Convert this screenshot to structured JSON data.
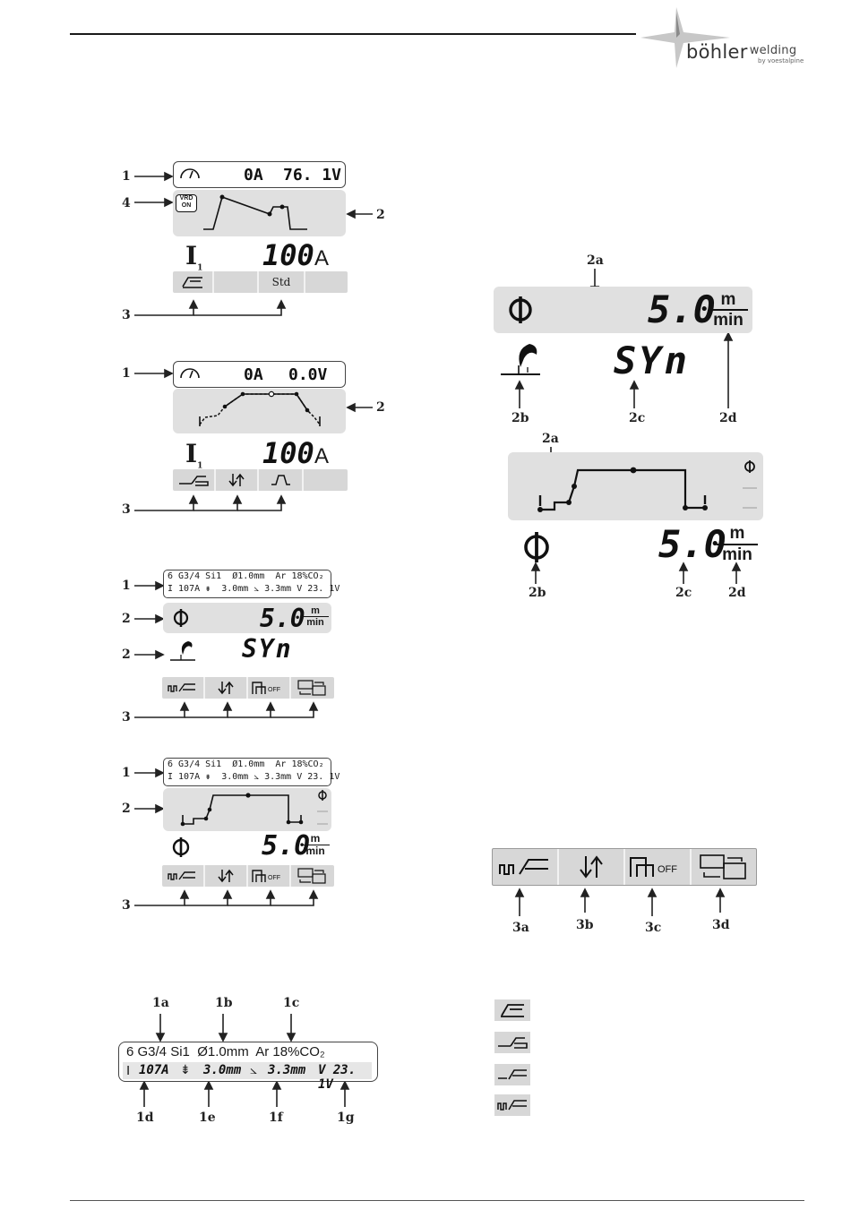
{
  "brand": {
    "name": "böhler",
    "suffix": "welding",
    "sub": "by voestalpine"
  },
  "d1": {
    "top_current": "0A",
    "top_voltage": "76. 1V",
    "vrd_line1": "VRD",
    "vrd_line2": "ON",
    "param": "I",
    "param_sub": "1",
    "value": "100",
    "unit": "A",
    "tab_std": "Std"
  },
  "d2": {
    "top_current": "0A",
    "top_voltage": "0.0V",
    "param": "I",
    "param_sub": "1",
    "value": "100",
    "unit": "A"
  },
  "d3": {
    "line1": "6 G3/4 Si1  Ø1.0mm  Ar 18%CO₂",
    "line2": "I 107A ⇟  3.0mm ⦣ 3.3mm V 23. 1V",
    "speed": "5.0",
    "unit_top": "m",
    "unit_bottom": "min",
    "mode": "SYn"
  },
  "d4": {
    "line1": "6 G3/4 Si1  Ø1.0mm  Ar 18%CO₂",
    "line2": "I 107A ⇟  3.0mm ⦣ 3.3mm V 23. 1V",
    "speed": "5.0",
    "unit_top": "m",
    "unit_bottom": "min"
  },
  "big1": {
    "speed": "5.0",
    "unit_top": "m",
    "unit_bottom": "min",
    "mode": "SYn"
  },
  "big2": {
    "speed": "5.0",
    "unit_top": "m",
    "unit_bottom": "min"
  },
  "info": {
    "line1": "6 G3/4 Si1  Ø1.0mm  Ar 18%CO₂",
    "i_val": "107A",
    "wire": "3.0mm",
    "angle": "3.3mm",
    "v_val": "V 23. 1V"
  },
  "labels": {
    "n1": "1",
    "n2": "2",
    "n3": "3",
    "n4": "4",
    "l2a": "2a",
    "l2b": "2b",
    "l2c": "2c",
    "l2d": "2d",
    "l3a": "3a",
    "l3b": "3b",
    "l3c": "3c",
    "l3d": "3d",
    "l1a": "1a",
    "l1b": "1b",
    "l1c": "1c",
    "l1d": "1d",
    "l1e": "1e",
    "l1f": "1f",
    "l1g": "1g"
  },
  "colors": {
    "lcd_gray": "#e0e0e0",
    "tab_gray": "#d7d7d7",
    "text": "#1a1a1a"
  }
}
